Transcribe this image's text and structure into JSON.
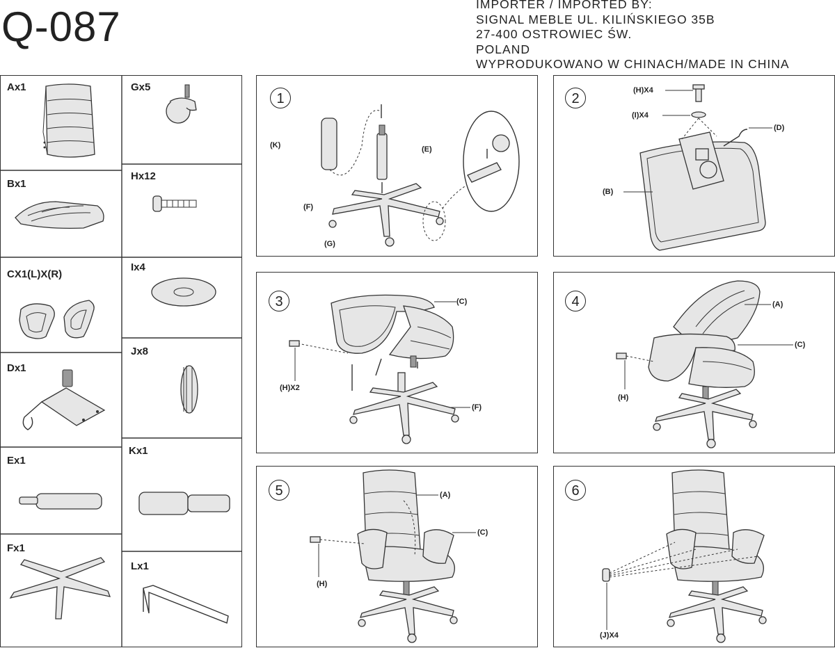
{
  "header": {
    "model": "Q-087",
    "importer_lines": [
      "IMPORTER / IMPORTED BY:",
      "SIGNAL MEBLE  UL. KILIŃSKIEGO 35B",
      "27-400 OSTROWIEC ŚW.",
      "POLAND",
      "WYPRODUKOWANO W CHINACH/MADE IN CHINA"
    ]
  },
  "parts": {
    "A": "Ax1",
    "B": "Bx1",
    "C": "CX1(L)X(R)",
    "D": "Dx1",
    "E": "Ex1",
    "F": "Fx1",
    "G": "Gx5",
    "H": "Hx12",
    "I": "Ix4",
    "J": "Jx8",
    "K": "Kx1",
    "L": "Lx1"
  },
  "steps": [
    {
      "number": "1",
      "tags": [
        "(K)",
        "(E)",
        "(F)",
        "(G)"
      ]
    },
    {
      "number": "2",
      "tags": [
        "(H)X4",
        "(I)X4",
        "(D)",
        "(B)"
      ]
    },
    {
      "number": "3",
      "tags": [
        "(C)",
        "(H)X2",
        "(F)"
      ]
    },
    {
      "number": "4",
      "tags": [
        "(A)",
        "(C)",
        "(H)"
      ]
    },
    {
      "number": "5",
      "tags": [
        "(A)",
        "(C)",
        "(H)"
      ]
    },
    {
      "number": "6",
      "tags": [
        "(J)X4"
      ]
    }
  ]
}
